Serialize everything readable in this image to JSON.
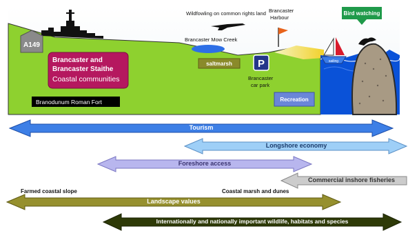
{
  "scene": {
    "road_sign": "A149",
    "community_lines": [
      "Brancaster and",
      "Brancaster Staithe",
      "Coastal communities"
    ],
    "fort_label": "Branodunum Roman Fort",
    "wildfowling_label": "Wildfowling on common rights land",
    "creek_label": "Brancaster Mow Creek",
    "saltmarsh_label": "saltmarsh",
    "parking_symbol": "P",
    "car_park_lines": [
      "Brancaster",
      "car park"
    ],
    "harbour_lines": [
      "Brancaster",
      "Harbour"
    ],
    "recreation_label": "Recreation",
    "bird_watching_label": "Bird watching",
    "boat_label": "sailing"
  },
  "zone_labels": {
    "farmed_slope": "Farmed coastal slope",
    "marsh_dunes": "Coastal marsh and dunes"
  },
  "arrows": {
    "tourism": "Tourism",
    "longshore": "Longshore economy",
    "foreshore": "Foreshore access",
    "fisheries": "Commercial inshore fisheries",
    "landscape": "Landscape values",
    "wildlife": "Internationally and nationally important wildlife, habitats and species"
  },
  "colors": {
    "land": "#8ed12f",
    "sea": "#0a52d8",
    "sky_shade": "#eef4f7",
    "tourism_arrow": "#3d7fe6",
    "longshore_arrow": "#9ecff7",
    "foreshore_arrow": "#b8b6ee",
    "fisheries_arrow": "#cccccc",
    "landscape_arrow": "#96902e",
    "wildlife_arrow": "#2e3a07"
  }
}
